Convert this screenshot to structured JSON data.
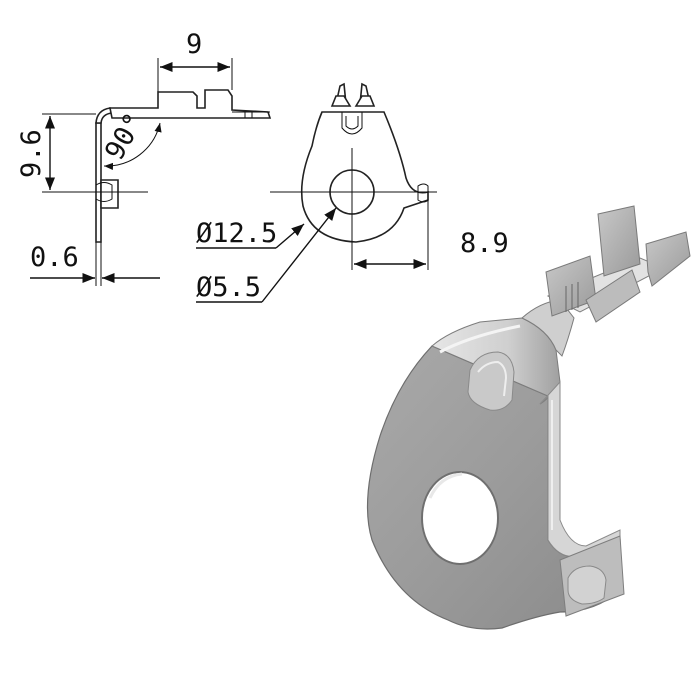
{
  "drawing": {
    "dimensions": {
      "width_top": "9",
      "height_left": "9.6",
      "angle": "90°",
      "thickness": "0.6",
      "outer_dia": "Ø12.5",
      "hole_dia": "Ø5.5",
      "offset": "8.9"
    }
  },
  "colors": {
    "line": "#111111",
    "metal_light": "#d9d9d9",
    "metal_mid": "#a8a8a8",
    "metal_dark": "#7a7a7a"
  }
}
